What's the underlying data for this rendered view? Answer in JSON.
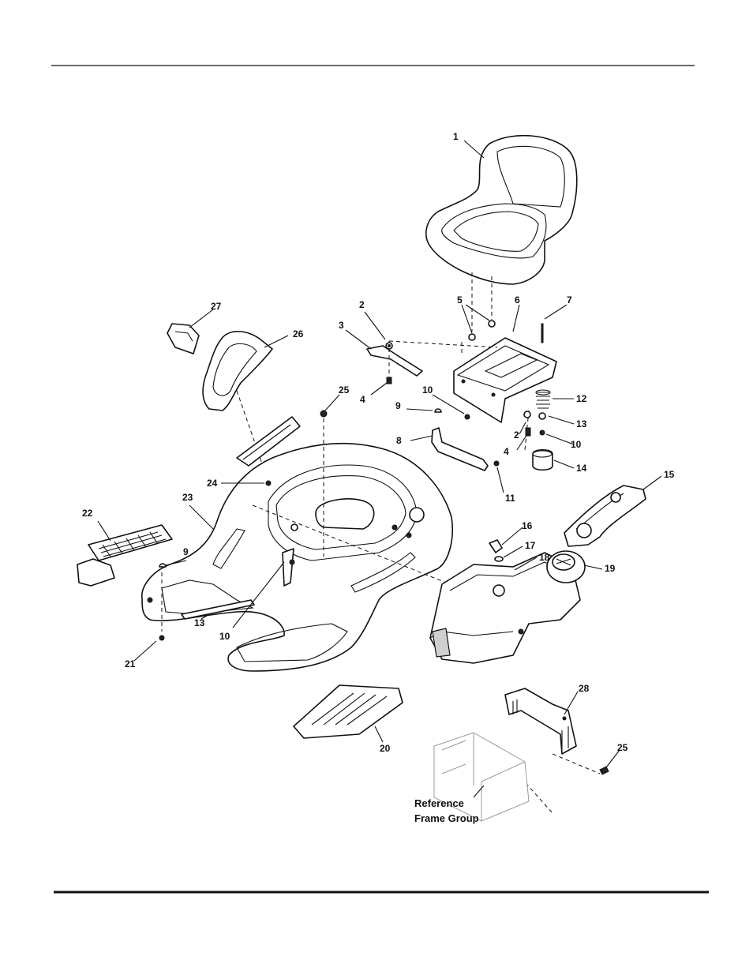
{
  "callouts": {
    "c1": "1",
    "c2a": "2",
    "c2b": "2",
    "c3": "3",
    "c4a": "4",
    "c4b": "4",
    "c5": "5",
    "c6": "6",
    "c7": "7",
    "c8": "8",
    "c9a": "9",
    "c9b": "9",
    "c10a": "10",
    "c10b": "10",
    "c10c": "10",
    "c11": "11",
    "c12": "12",
    "c13a": "13",
    "c13b": "13",
    "c14": "14",
    "c15": "15",
    "c16": "16",
    "c17": "17",
    "c18": "18",
    "c19": "19",
    "c20": "20",
    "c21": "21",
    "c22": "22",
    "c23": "23",
    "c24": "24",
    "c25a": "25",
    "c25b": "25",
    "c26": "26",
    "c27": "27",
    "c28": "28"
  },
  "reference_label": {
    "line1": "Reference",
    "line2": "Frame Group"
  }
}
